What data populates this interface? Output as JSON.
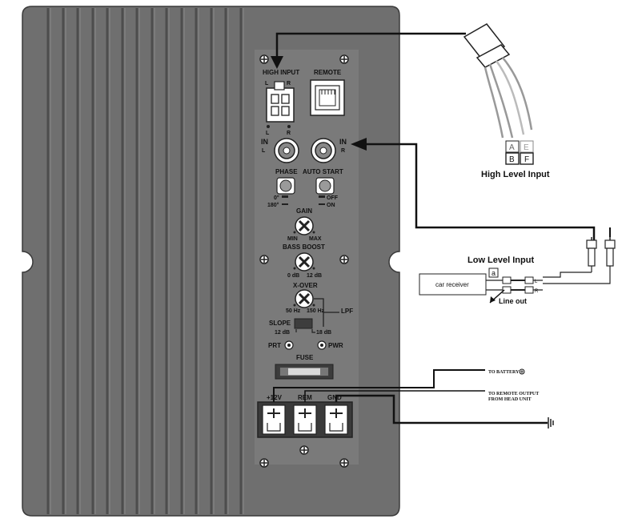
{
  "panel": {
    "high_input": "HIGH INPUT",
    "remote": "REMOTE",
    "left_short": "L",
    "right_short": "R",
    "in_label": "IN",
    "phase": "PHASE",
    "auto_start": "AUTO START",
    "phase_0": "0°",
    "phase_180": "180°",
    "auto_off": "OFF",
    "auto_on": "ON",
    "gain": "GAIN",
    "gain_min": "MIN",
    "gain_max": "MAX",
    "bass_boost": "BASS BOOST",
    "bass_0": "0 dB",
    "bass_12": "12 dB",
    "xover": "X-OVER",
    "xover_50": "50 Hz",
    "xover_150": "150 Hz",
    "lpf": "LPF",
    "slope": "SLOPE",
    "slope_12": "12 dB",
    "slope_18": "18 dB",
    "prt": "PRT",
    "pwr": "PWR",
    "fuse": "FUSE",
    "plus12": "+12V",
    "rem": "REM",
    "gnd": "GND"
  },
  "wiring": {
    "high_level_input": "High Level Input",
    "pin_a": "A",
    "pin_b": "B",
    "pin_e": "E",
    "pin_f": "F",
    "low_level_input": "Low Level Input",
    "car_receiver": "car receiver",
    "marker_a": "a",
    "line_out": "Line out",
    "rca_l": "L",
    "rca_r": "R",
    "to_battery": "TO BATTERY",
    "to_remote": "TO REMOTE OUTPUT",
    "from_head": "FROM HEAD UNIT"
  }
}
